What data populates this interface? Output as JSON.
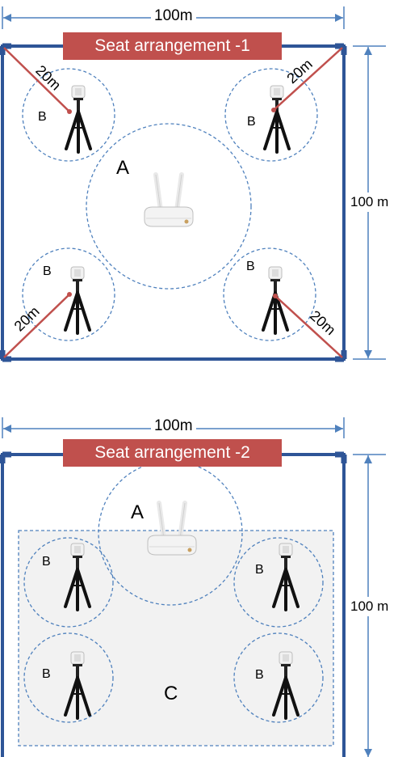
{
  "panels": [
    {
      "title": "Seat arrangement -1",
      "width_label": "100m",
      "height_label": "100 m",
      "zone_a": "A",
      "zone_b": [
        "B",
        "B",
        "B",
        "B"
      ],
      "distances": [
        "20m",
        "20m",
        "20m",
        "20m"
      ]
    },
    {
      "title": "Seat arrangement -2",
      "width_label": "100m",
      "height_label": "100 m",
      "zone_a": "A",
      "zone_b": [
        "B",
        "B",
        "B",
        "B"
      ],
      "zone_c": "C"
    }
  ],
  "colors": {
    "banner": "#c0504d",
    "room_border": "#2e5597",
    "dimension": "#4f81bd",
    "circle": "#4f81bd",
    "distance_line": "#c0504d",
    "zone_c_fill": "#f2f2f2"
  },
  "icons": [
    "router-icon",
    "tripod-camera-icon"
  ]
}
